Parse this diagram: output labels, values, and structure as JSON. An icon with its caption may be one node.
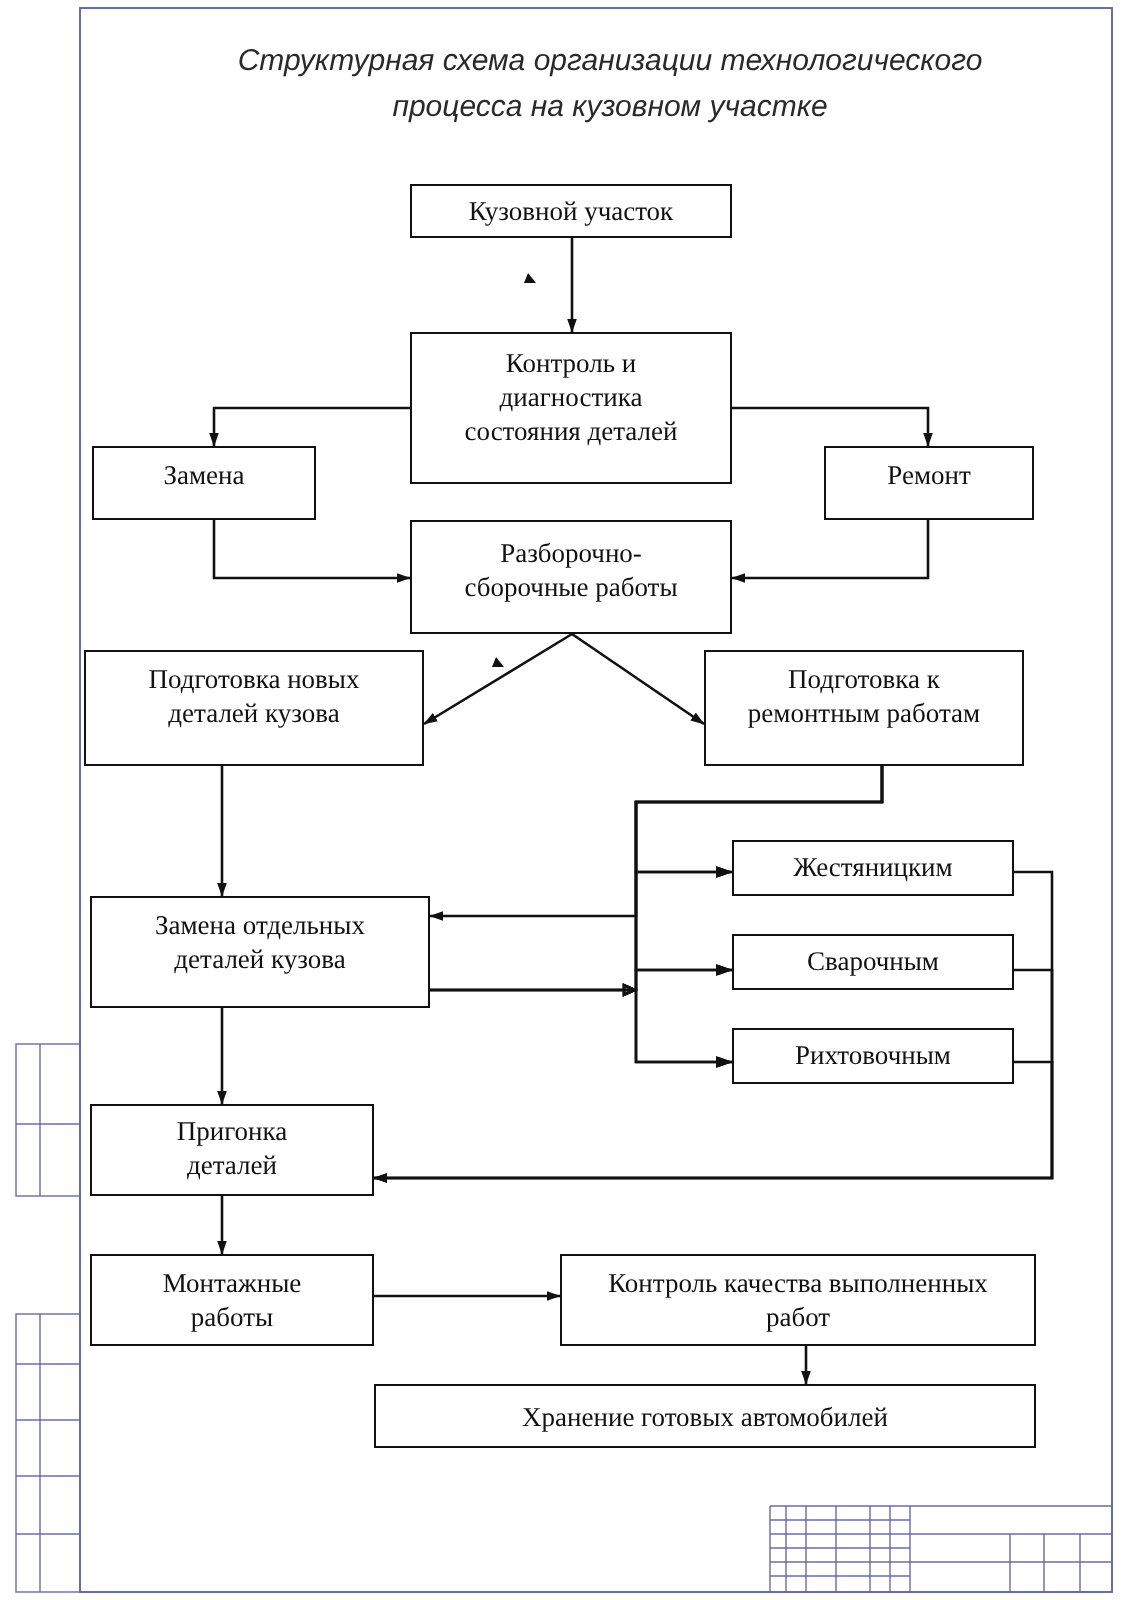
{
  "diagram": {
    "title": "Структурная схема организации технологического процесса на кузовном участке",
    "nodes": [
      {
        "text": [
          "Кузовной участок"
        ]
      },
      {
        "text": [
          "Контроль и диагностика состояния деталей"
        ]
      },
      {
        "text": [
          "Замена"
        ]
      },
      {
        "text": [
          "Ремонт"
        ]
      },
      {
        "text": [
          "Разборочно- сборочные работы"
        ]
      },
      {
        "text": [
          "Подготовка новых деталей кузова"
        ]
      },
      {
        "text": [
          "Подготовка к ремонтным работам"
        ]
      },
      {
        "text": [
          "Замена отдельных деталей кузова"
        ]
      },
      {
        "text": [
          "Жестяницким"
        ]
      },
      {
        "text": [
          "Сварочным"
        ]
      },
      {
        "text": [
          "Рихтовочным"
        ]
      },
      {
        "text": [
          "Пригонка деталей"
        ]
      },
      {
        "text": [
          "Монтажные работы"
        ]
      },
      {
        "text": [
          "Контроль качества выполненных работ"
        ]
      },
      {
        "text": [
          "Хранение готовых автомобилей"
        ]
      }
    ],
    "edges": [
      {
        "from": 0,
        "to": 1,
        "arrow": "to"
      },
      {
        "from": 1,
        "to": 2,
        "arrow": "to"
      },
      {
        "from": 1,
        "to": 3,
        "arrow": "to"
      },
      {
        "from": 2,
        "to": 4,
        "arrow": "to"
      },
      {
        "from": 3,
        "to": 4,
        "arrow": "to"
      },
      {
        "from": 4,
        "to": 5,
        "arrow": "to"
      },
      {
        "from": 4,
        "to": 6,
        "arrow": "to"
      },
      {
        "from": 5,
        "to": 7,
        "arrow": "to"
      },
      {
        "from": 6,
        "to": 8,
        "arrow": "to"
      },
      {
        "from": 6,
        "to": 7,
        "arrow": "to"
      },
      {
        "from": 6,
        "to": 9,
        "arrow": "to"
      },
      {
        "from": 6,
        "to": 10,
        "arrow": "to"
      },
      {
        "from": 7,
        "to": 8,
        "arrow": "to"
      },
      {
        "from": 7,
        "to": 9,
        "arrow": "to"
      },
      {
        "from": 7,
        "to": 10,
        "arrow": "to"
      },
      {
        "from": 8,
        "to": 11,
        "arrow": "to"
      },
      {
        "from": 9,
        "to": 11,
        "arrow": "to"
      },
      {
        "from": 10,
        "to": 11,
        "arrow": "to"
      },
      {
        "from": 7,
        "to": 11,
        "arrow": "to"
      },
      {
        "from": 11,
        "to": 12,
        "arrow": "to"
      },
      {
        "from": 12,
        "to": 13,
        "arrow": "to"
      },
      {
        "from": 13,
        "to": 14,
        "arrow": "to"
      }
    ]
  }
}
